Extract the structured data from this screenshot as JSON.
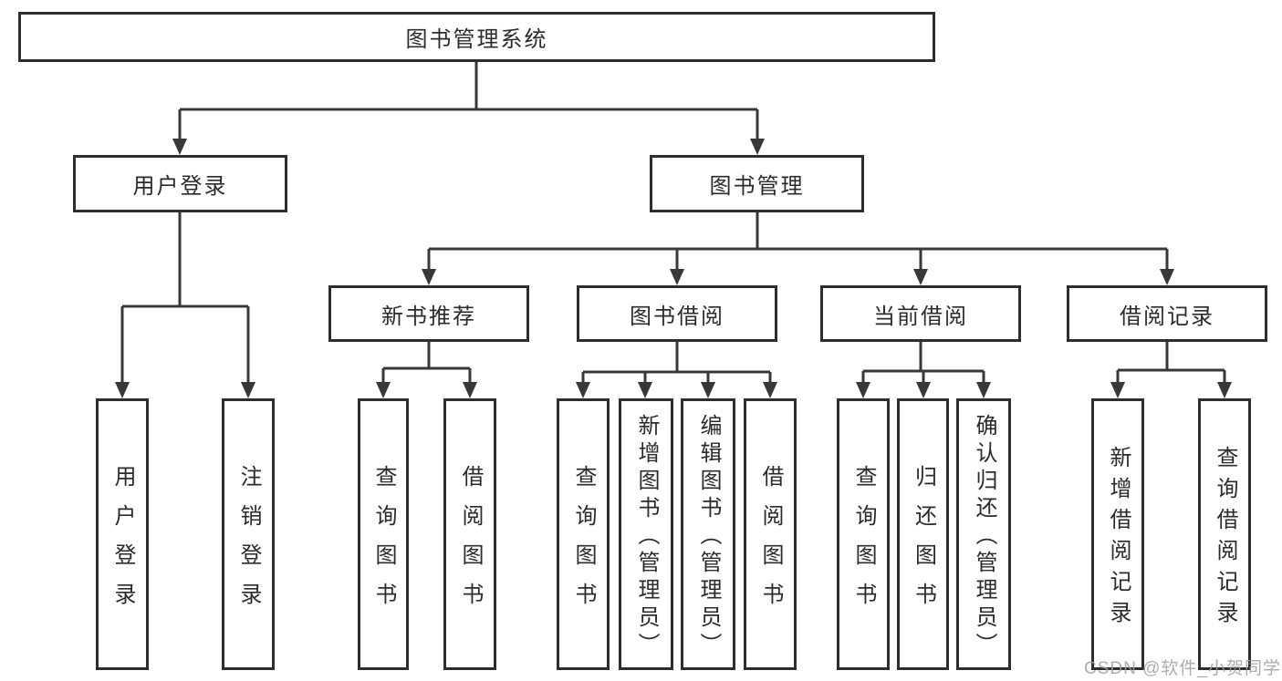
{
  "diagram": {
    "root": {
      "label": "图书管理系统"
    },
    "branches": [
      {
        "label": "用户登录",
        "children": [
          {
            "label": "用户登录"
          },
          {
            "label": "注销登录"
          }
        ]
      },
      {
        "label": "图书管理",
        "children": [
          {
            "label": "新书推荐",
            "children": [
              {
                "label": "查询图书"
              },
              {
                "label": "借阅图书"
              }
            ]
          },
          {
            "label": "图书借阅",
            "children": [
              {
                "label": "查询图书"
              },
              {
                "label": "新增图书（管理员）"
              },
              {
                "label": "编辑图书（管理员）"
              },
              {
                "label": "借阅图书"
              }
            ]
          },
          {
            "label": "当前借阅",
            "children": [
              {
                "label": "查询图书"
              },
              {
                "label": "归还图书"
              },
              {
                "label": "确认归还（管理员）"
              }
            ]
          },
          {
            "label": "借阅记录",
            "children": [
              {
                "label": "新增借阅记录"
              },
              {
                "label": "查询借阅记录"
              }
            ]
          }
        ]
      }
    ]
  },
  "watermark": {
    "text": "CSDN @软件_小贺同学"
  },
  "colors": {
    "line": "#383838",
    "box_border": "#2e2e2e",
    "text": "#2b2b2b",
    "watermark": "#9e9e9e",
    "background": "#ffffff"
  }
}
